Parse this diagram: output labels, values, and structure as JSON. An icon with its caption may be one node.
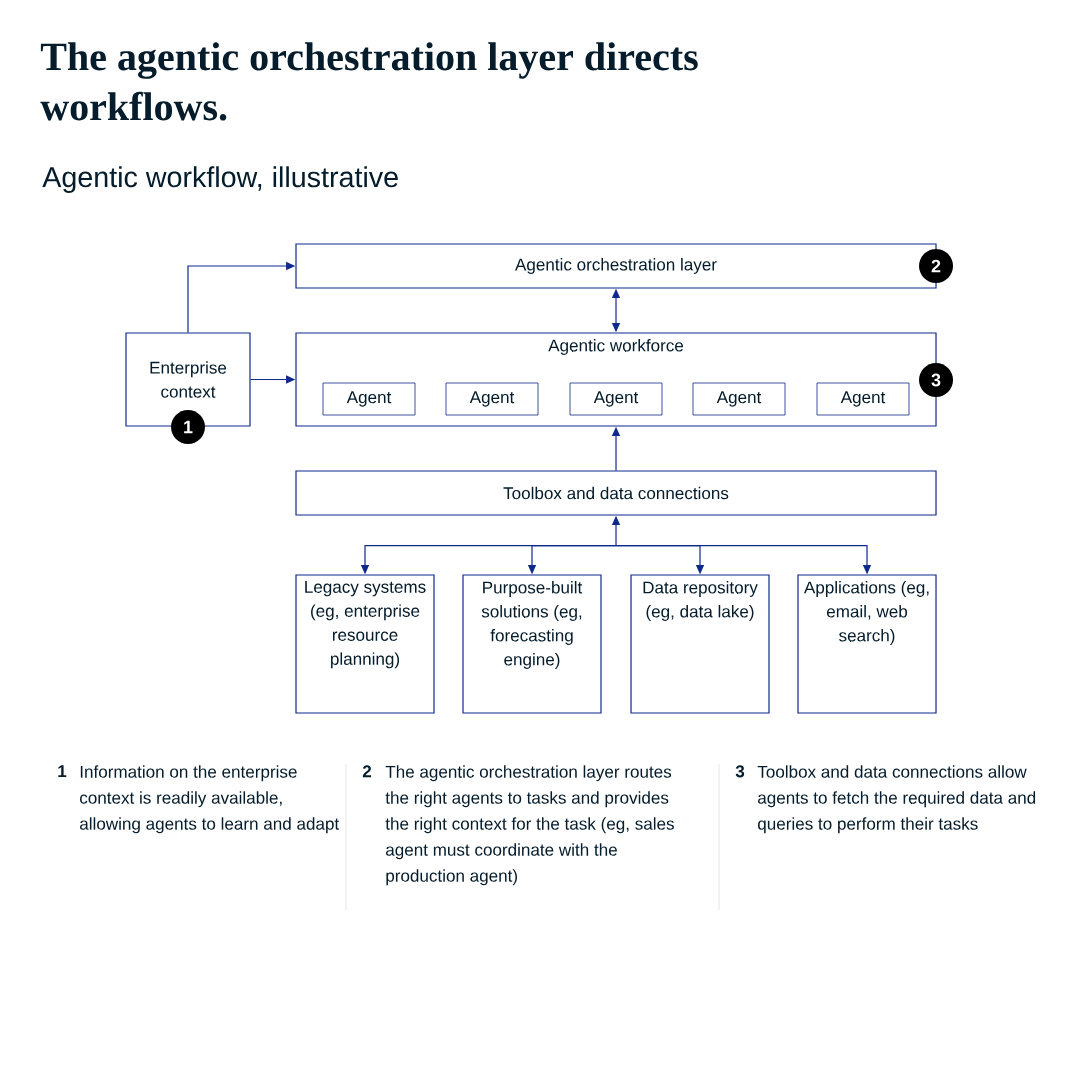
{
  "diagram": {
    "title": "The agentic orchestration layer directs workflows.",
    "nodes": [
      {
        "text": [
          "Agentic orchestration layer"
        ]
      },
      {
        "text": [
          "2"
        ]
      },
      {
        "text": [
          "Enterprise context"
        ]
      },
      {
        "text": [
          "Agentic workforce"
        ]
      },
      {
        "text": [
          "Agent"
        ],
        "in": 3
      },
      {
        "text": [
          "Agent"
        ],
        "in": 3
      },
      {
        "text": [
          "Agent"
        ],
        "in": 3
      },
      {
        "text": [
          "Agent"
        ],
        "in": 3
      },
      {
        "text": [
          "Agent"
        ],
        "in": 3
      },
      {
        "text": [
          "3"
        ]
      },
      {
        "text": [
          "1"
        ]
      },
      {
        "text": [
          "Toolbox and data connections"
        ]
      },
      {
        "text": [
          "Legacy systems (eg, enterprise resource planning)"
        ]
      },
      {
        "text": [
          "Purpose-built solutions (eg, forecasting engine)"
        ]
      },
      {
        "text": [
          "Data repository (eg, data lake)"
        ]
      },
      {
        "text": [
          "Applications (eg, email, web search)"
        ]
      }
    ],
    "edges": [
      {
        "from": 2,
        "to": 0,
        "arrow": "to"
      },
      {
        "from": 2,
        "to": 3,
        "arrow": "to"
      },
      {
        "from": 0,
        "to": 3,
        "arrow": "both"
      },
      {
        "from": 11,
        "to": 3,
        "arrow": "to"
      },
      {
        "from": 11,
        "to": 12,
        "arrow": "both"
      },
      {
        "from": 11,
        "to": 13,
        "arrow": "both"
      },
      {
        "from": 11,
        "to": 14,
        "arrow": "both"
      },
      {
        "from": 11,
        "to": 15,
        "arrow": "both"
      }
    ],
    "labels": [
      "Agentic workflow, illustrative",
      "1",
      "Information on the enterprise context is readily available, allowing agents to learn and adapt",
      "2",
      "The agentic orchestration layer routes the right agents to tasks and provides the right context for the task (eg, sales agent must coordinate with the production agent)",
      "3",
      "Toolbox and data connections allow agents to fetch the required data and queries to perform their tasks"
    ]
  }
}
